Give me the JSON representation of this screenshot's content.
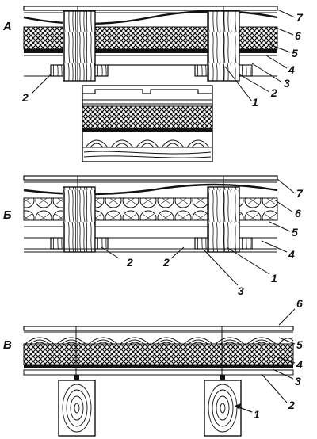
{
  "sections": {
    "a": {
      "letter": "А",
      "callouts": {
        "n7": "7",
        "n6": "6",
        "n5": "5",
        "n4": "4",
        "n3": "3",
        "n2": "2",
        "n1": "1",
        "left2": "2"
      }
    },
    "b": {
      "letter": "Б",
      "callouts": {
        "n7": "7",
        "n6": "6",
        "n5": "5",
        "n4": "4",
        "n3": "3",
        "n1": "1",
        "mid2a": "2",
        "mid2b": "2"
      }
    },
    "v": {
      "letter": "В",
      "callouts": {
        "n6": "6",
        "n5": "5",
        "n4": "4",
        "n3": "3",
        "n2": "2",
        "n1": "1"
      }
    }
  },
  "colors": {
    "ink": "#111111",
    "paper": "#ffffff"
  }
}
